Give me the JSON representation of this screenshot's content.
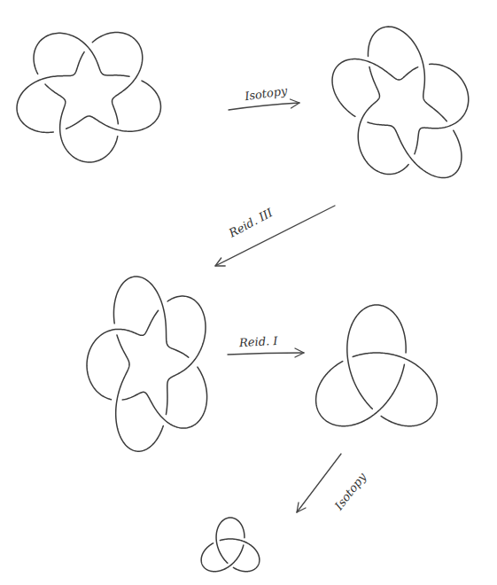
{
  "diagram": {
    "labels": [
      "Isotopy",
      "Reid. III",
      "Reid. I",
      "Isotopy"
    ]
  }
}
